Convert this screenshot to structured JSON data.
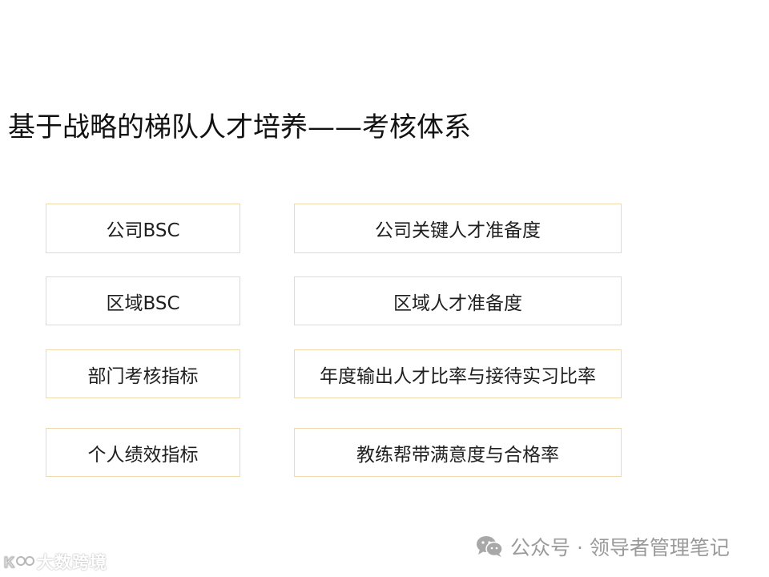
{
  "title": "基于战略的梯队人才培养——考核体系",
  "rows": [
    {
      "left": "公司BSC",
      "right": "公司关键人才准备度"
    },
    {
      "left": "区域BSC",
      "right": "区域人才准备度"
    },
    {
      "left": "部门考核指标",
      "right": "年度输出人才比率与接待实习比率"
    },
    {
      "left": "个人绩效指标",
      "right": "教练帮带满意度与合格率"
    }
  ],
  "footer": {
    "text": "公众号 · 领导者管理笔记",
    "icon": "wechat-icon"
  },
  "watermark": {
    "text": "大数跨境",
    "icon": "logo-icon"
  },
  "colors": {
    "box_border": "#f0d9ad",
    "footer_text": "#9a9a9a"
  }
}
